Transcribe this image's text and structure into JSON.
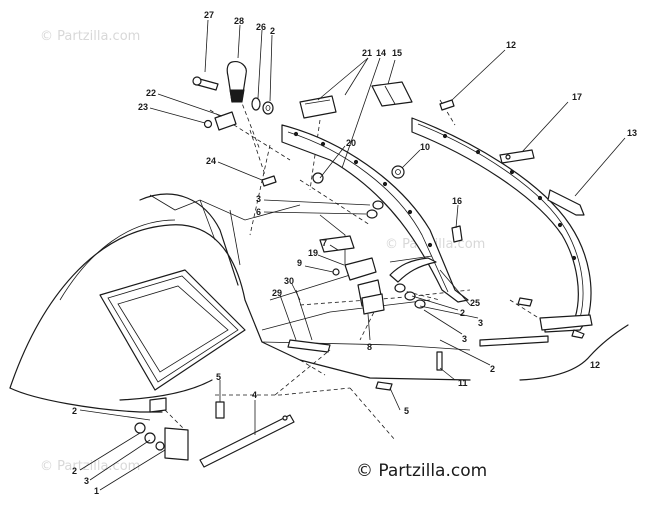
{
  "watermark": {
    "text": "© Partzilla.com"
  },
  "brand": {
    "text": "© Partzilla.com"
  },
  "callouts": [
    {
      "label": "27"
    },
    {
      "label": "28"
    },
    {
      "label": "26"
    },
    {
      "label": "2"
    },
    {
      "label": "21"
    },
    {
      "label": "14"
    },
    {
      "label": "15"
    },
    {
      "label": "12"
    },
    {
      "label": "22"
    },
    {
      "label": "23"
    },
    {
      "label": "17"
    },
    {
      "label": "13"
    },
    {
      "label": "20"
    },
    {
      "label": "10"
    },
    {
      "label": "24"
    },
    {
      "label": "3"
    },
    {
      "label": "6"
    },
    {
      "label": "16"
    },
    {
      "label": "7"
    },
    {
      "label": "19"
    },
    {
      "label": "9"
    },
    {
      "label": "29"
    },
    {
      "label": "30"
    },
    {
      "label": "8"
    },
    {
      "label": "2"
    },
    {
      "label": "3"
    },
    {
      "label": "25"
    },
    {
      "label": "3"
    },
    {
      "label": "2"
    },
    {
      "label": "11"
    },
    {
      "label": "12"
    },
    {
      "label": "5"
    },
    {
      "label": "5"
    },
    {
      "label": "4"
    },
    {
      "label": "2"
    },
    {
      "label": "2"
    },
    {
      "label": "3"
    },
    {
      "label": "1"
    }
  ]
}
